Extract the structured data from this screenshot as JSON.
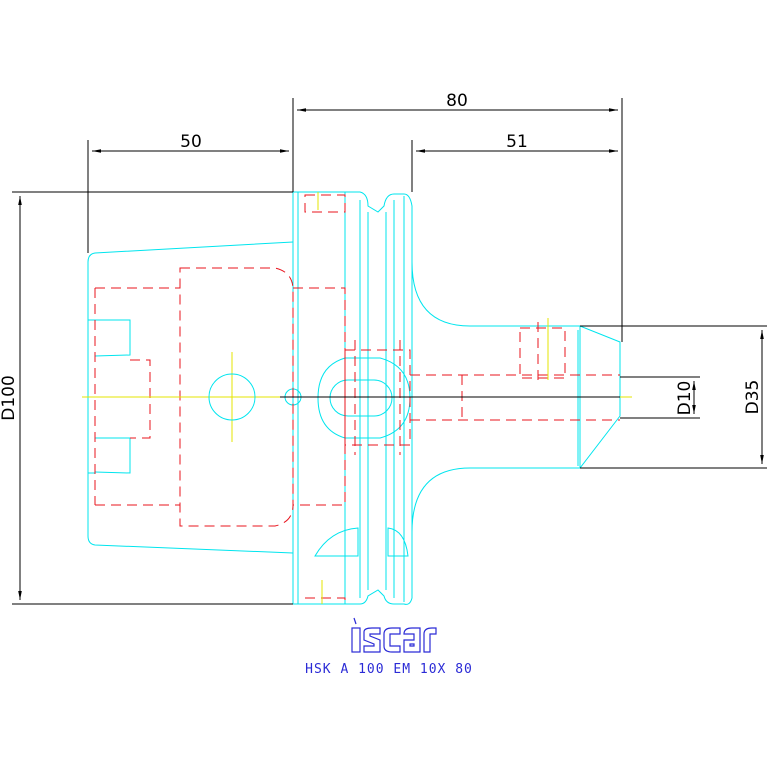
{
  "dimensions": {
    "total_length": "80",
    "shank_length": "50",
    "projection_length": "51",
    "flange_diameter": "D100",
    "body_diameter": "D35",
    "bore_diameter": "D10"
  },
  "logo": {
    "brand": "iscar"
  },
  "caption": "HSK A 100 EM 10X 80",
  "colors": {
    "outline": "#00e5ee",
    "hidden_lines": "#e8141e",
    "center_lines": "#e6e600",
    "dimensions": "#000000",
    "logo": "#2b2bd6"
  }
}
